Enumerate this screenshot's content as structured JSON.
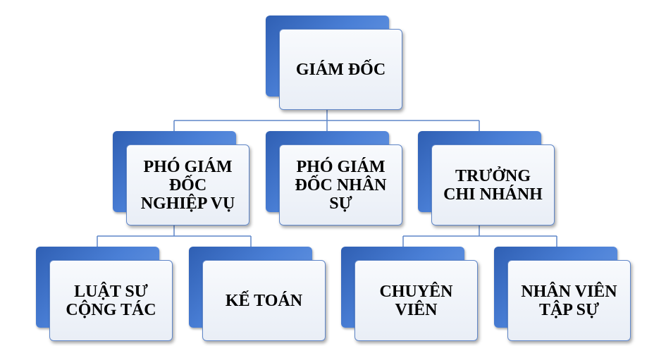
{
  "colors": {
    "back_box": "#3a6cc4",
    "front_box": "#eef2f8",
    "border": "#5f86c8",
    "connector": "#5f86c8",
    "text": "#000000"
  },
  "nodes": {
    "giam_doc": "GIÁM ĐỐC",
    "pho_giam_doc_nghiep_vu": "PHÓ GIÁM\nĐỐC\nNGHIỆP VỤ",
    "pho_giam_doc_nhan_su": "PHÓ GIÁM\nĐỐC NHÂN\nSỰ",
    "truong_chi_nhanh": "TRƯỞNG\nCHI NHÁNH",
    "luat_su_cong_tac": "LUẬT SƯ\nCỘNG TÁC",
    "ke_toan": "KẾ TOÁN",
    "chuyen_vien": "CHUYÊN\nVIÊN",
    "nhan_vien_tap_su": "NHÂN VIÊN\nTẬP SỰ"
  }
}
